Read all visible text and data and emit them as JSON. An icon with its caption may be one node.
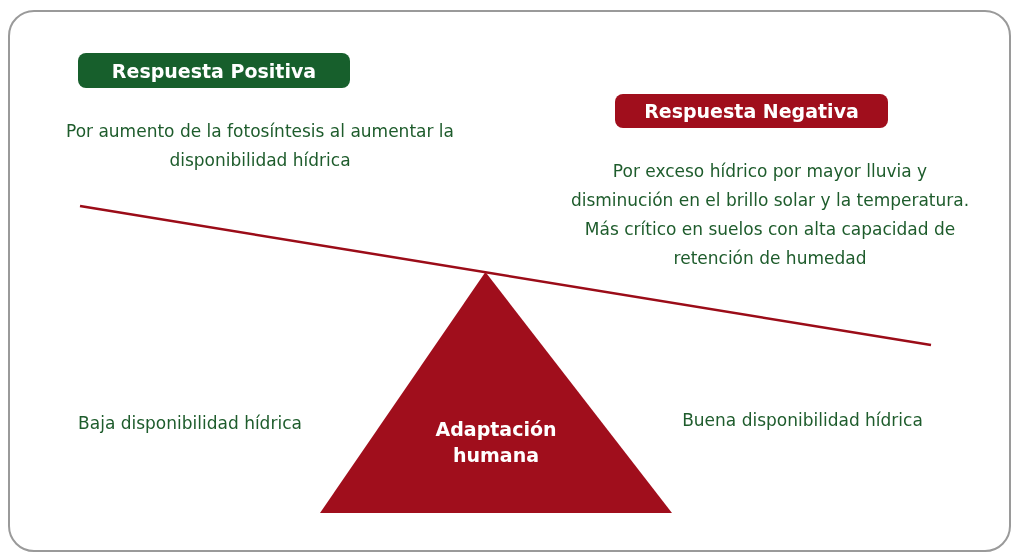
{
  "diagram": {
    "nodes": [
      {
        "text": [
          "Respuesta Positiva"
        ]
      },
      {
        "text": [
          "Respuesta Negativa"
        ]
      },
      {
        "text": [
          "Adaptación humana"
        ]
      }
    ],
    "labels": [
      "Por aumento de la fotosíntesis al aumentar la disponibilidad hídrica",
      "Por exceso hídrico por mayor lluvia y disminución en el brillo solar y la temperatura. Más crítico en suelos con alta capacidad de retención de humedad",
      "Baja disponibilidad hídrica",
      "Buena disponibilidad hídrica"
    ]
  }
}
